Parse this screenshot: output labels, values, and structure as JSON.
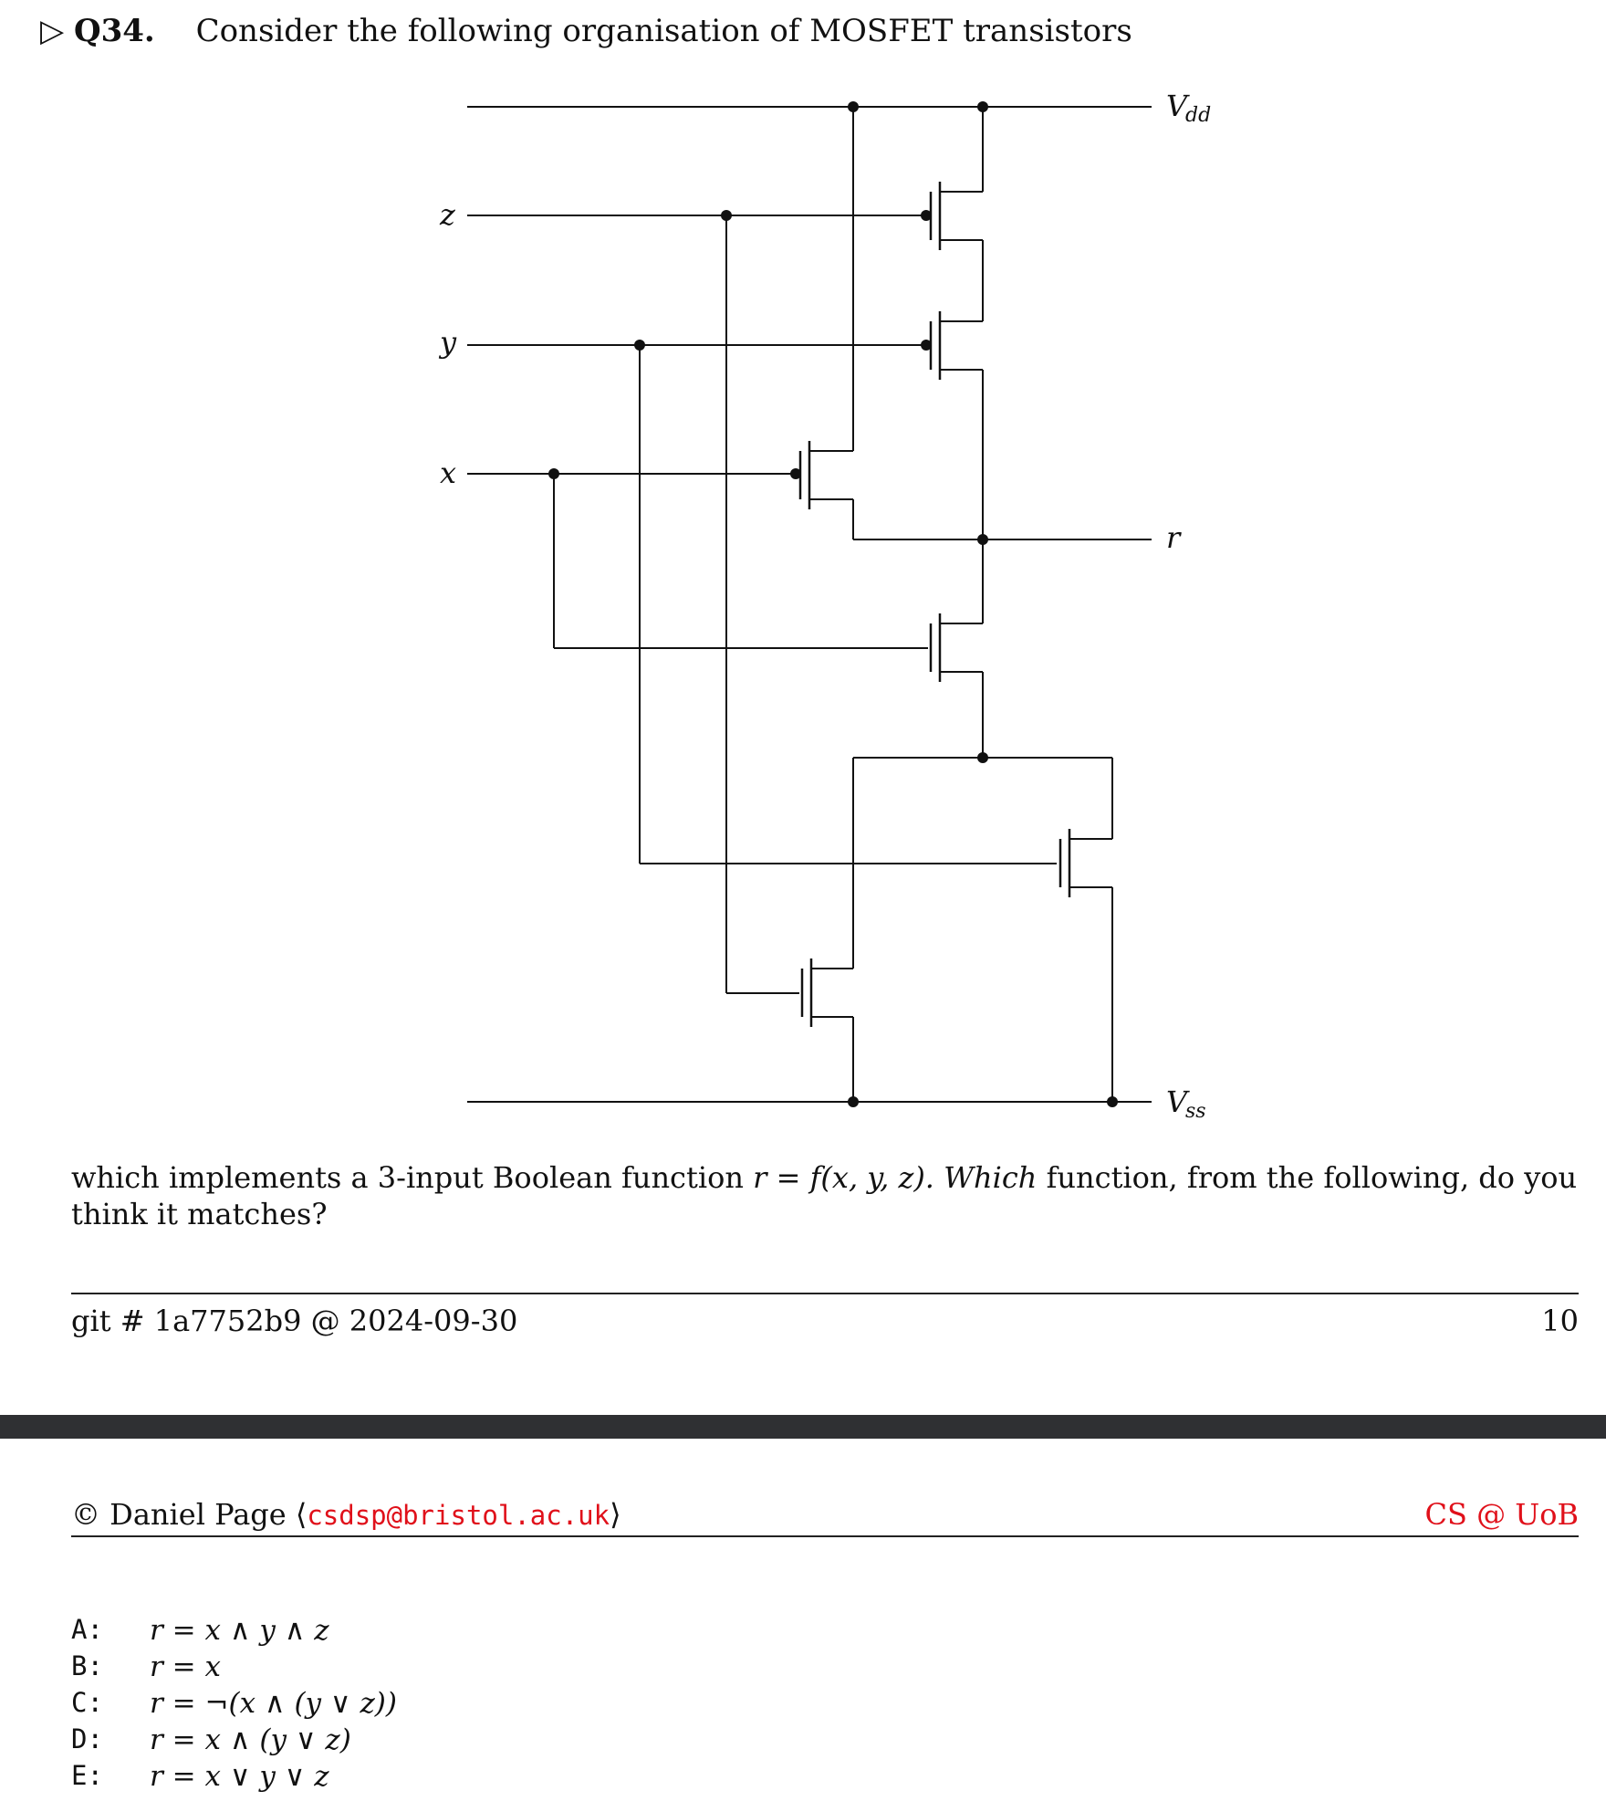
{
  "question": {
    "marker": "▷",
    "number": "Q34.",
    "prompt": "Consider the following organisation of MOSFET transistors"
  },
  "circuit": {
    "labels": {
      "vdd": "V",
      "vdd_sub": "dd",
      "vss": "V",
      "vss_sub": "ss",
      "z": "z",
      "y": "y",
      "x": "x",
      "r": "r"
    }
  },
  "body": {
    "part1": "which implements a 3-input Boolean function ",
    "formula": "r = f(x, y, z).",
    "which": "Which",
    "part2": " function, from the following, do you think it matches?"
  },
  "footer": {
    "git": "git # 1a7752b9 @ 2024-09-30",
    "page": "10"
  },
  "copyright": {
    "prefix": "© Daniel Page ⟨",
    "email": "csdsp@bristol.ac.uk",
    "suffix": "⟩",
    "org": "CS @ UoB"
  },
  "options": [
    {
      "label": "A:",
      "expr": "r = x ∧ y ∧ z"
    },
    {
      "label": "B:",
      "expr": "r = x"
    },
    {
      "label": "C:",
      "expr": "r = ¬(x ∧ (y ∨ z))"
    },
    {
      "label": "D:",
      "expr": "r = x ∧ (y ∨ z)"
    },
    {
      "label": "E:",
      "expr": "r = x ∨ y ∨ z"
    }
  ]
}
